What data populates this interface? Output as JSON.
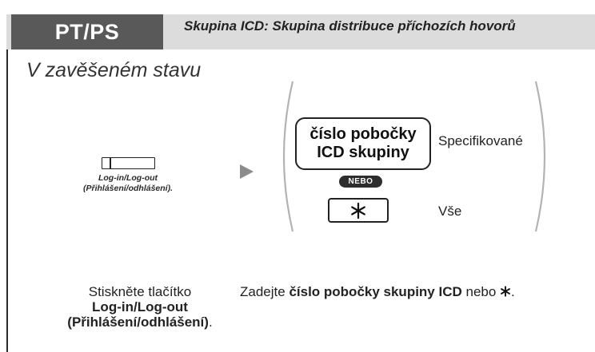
{
  "header": {
    "tab_label": "PT/PS",
    "title": "Skupina ICD: Skupina distribuce příchozích hovorů"
  },
  "section": {
    "title": "V zavěšeném stavu"
  },
  "step1": {
    "key_caption_line1": "Log-in/Log-out",
    "key_caption_line2": "(Přihlášení/odhlášení).",
    "instruction_line1": "Stiskněte tlačítko",
    "instruction_bold1": "Log-in/Log-out",
    "instruction_bold2": "(Přihlášení/odhlášení)",
    "instruction_end": "."
  },
  "step2": {
    "box_line1": "číslo pobočky",
    "box_line2": "ICD skupiny",
    "option_specific": "Specifikované",
    "or_badge": "NEBO",
    "option_all": "Vše",
    "instruction_prefix": "Zadejte ",
    "instruction_bold": "číslo pobočky skupiny ICD",
    "instruction_suffix": " nebo ",
    "instruction_end": "."
  },
  "icons": {
    "key": "programmable-key-icon",
    "arrow": "arrow-right-icon",
    "star": "star-key-icon",
    "star_inline": "asterisk-icon"
  },
  "colors": {
    "header_tab_bg": "#595959",
    "header_bar_bg": "#dcdcdc",
    "arrow": "#8c8c8c",
    "bracket": "#b3b3b3",
    "badge_bg": "#2d2d2d"
  }
}
